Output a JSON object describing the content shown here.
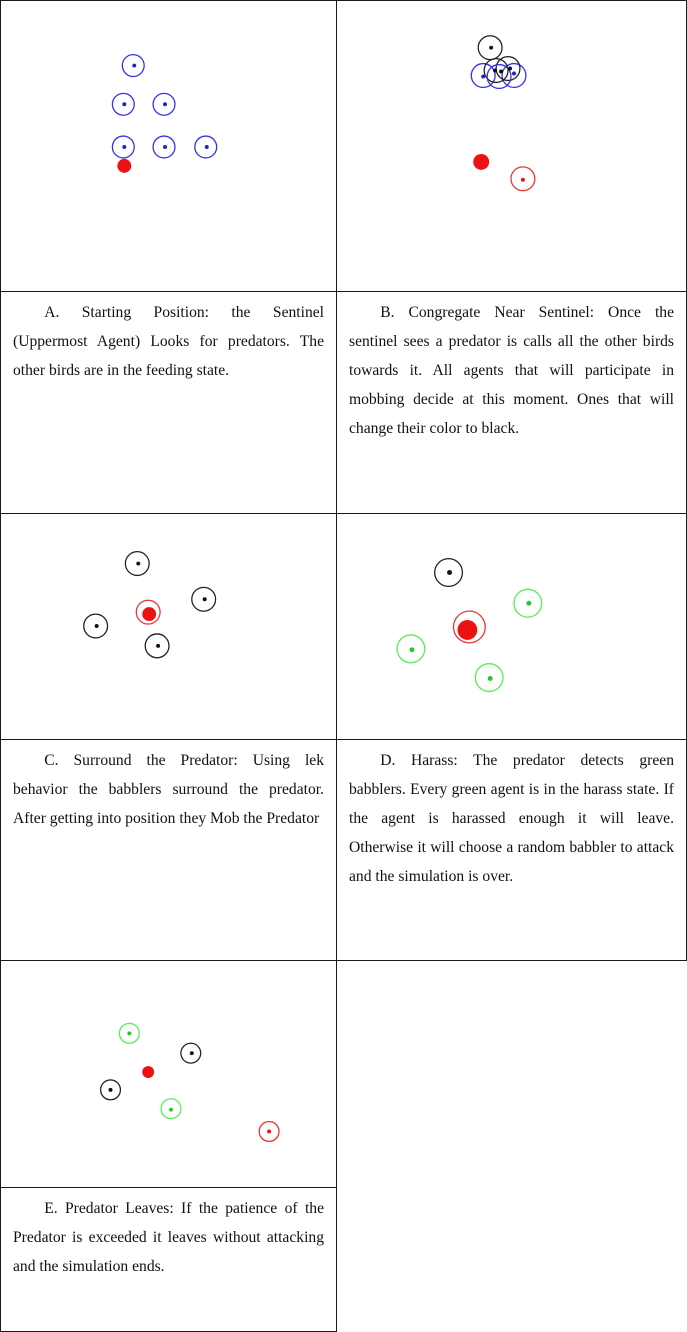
{
  "colors": {
    "blue": "#3333ee",
    "black": "#111111",
    "red": "#ee1111",
    "green": "#33dd33",
    "ring_red": "#ee3333",
    "ring_green": "#55ee55"
  },
  "panels": [
    {
      "id": "a",
      "caption": "A. Starting Position: the Sentinel (Uppermost Agent) Looks for predators. The other birds are in the feeding state."
    },
    {
      "id": "b",
      "caption": "B. Congregate Near Sentinel: Once the sentinel sees a predator is calls all the other birds towards it. All agents that will participate in mobbing decide at this moment. Ones that will change their color to black."
    },
    {
      "id": "c",
      "caption": "C. Surround the Predator: Using lek behavior the babblers surround the predator. After getting into position they Mob the Predator"
    },
    {
      "id": "d",
      "caption": "D. Harass: The predator detects green babblers. Every green agent is in the harass state. If the agent is harassed enough it will leave. Otherwise it will choose a random babbler to attack and the simulation is over."
    },
    {
      "id": "e",
      "caption": "E. Predator Leaves: If the patience of the Predator is exceeded it leaves without attacking and the simulation ends."
    }
  ]
}
